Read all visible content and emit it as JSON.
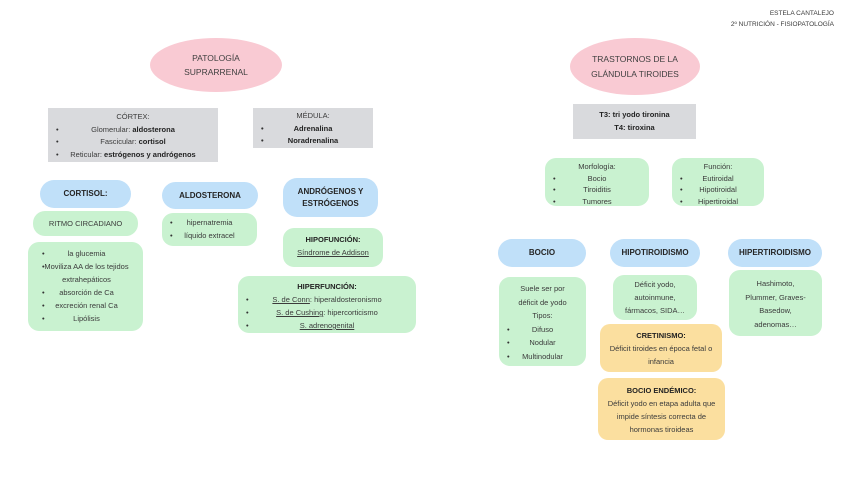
{
  "header": {
    "author": "ESTELA CANTALEJO",
    "course": "2º NUTRICIÓN - FISIOPATOLOGÍA"
  },
  "colors": {
    "pink": "#f9cad3",
    "gray": "#d9dadd",
    "blue": "#c0e0f9",
    "green": "#c9f2d0",
    "orange": "#fbdf9f"
  },
  "suprarrenal": {
    "title_line1": "PATOLOGÍA",
    "title_line2": "SUPRARRENAL",
    "cortex": {
      "title": "CÓRTEX:",
      "items": [
        {
          "pre": "Glomerular: ",
          "bold": "aldosterona"
        },
        {
          "pre": "Fascicular: ",
          "bold": "cortisol"
        },
        {
          "pre": "Reticular: ",
          "bold": "estrógenos y andrógenos"
        }
      ]
    },
    "medula": {
      "title": "MÉDULA:",
      "items": [
        "Adrenalina",
        "Noradrenalina"
      ]
    },
    "cortisol_label": "CORTISOL:",
    "ritmo_label": "RITMO CIRCADIANO",
    "cortisol_effects": [
      "la glucemia",
      "Moviliza AA de los tejidos extrahepáticos",
      "absorción de Ca",
      "excreción renal Ca",
      "Lipólisis"
    ],
    "aldosterona_label": "ALDOSTERONA",
    "aldosterona_effects": [
      "hipernatremia",
      "líquido extracel"
    ],
    "androgenos_label_line1": "ANDRÓGENOS Y",
    "androgenos_label_line2": "ESTRÓGENOS",
    "hipofuncion": {
      "title": "HIPOFUNCIÓN:",
      "syndrome": "Síndrome de Addison"
    },
    "hiperfuncion": {
      "title": "HIPERFUNCIÓN:",
      "items": [
        {
          "u": "S. de Conn",
          "rest": ": hiperaldosteronismo"
        },
        {
          "u": "S. de Cushing",
          "rest": ": hipercorticismo"
        },
        {
          "u": "S. adrenogenital",
          "rest": ""
        }
      ]
    }
  },
  "tiroides": {
    "title_line1": "TRASTORNOS DE LA",
    "title_line2": "GLÁNDULA TIROIDES",
    "hormones_line1": "T3: tri yodo tironina",
    "hormones_line2": "T4: tiroxina",
    "morfologia": {
      "title": "Morfología:",
      "items": [
        "Bocio",
        "Tiroiditis",
        "Tumores"
      ]
    },
    "funcion": {
      "title": "Función:",
      "items": [
        "Eutiroidal",
        "Hipotiroidal",
        "Hipertiroidal"
      ]
    },
    "bocio": {
      "label": "BOCIO",
      "intro_line1": "Suele ser por",
      "intro_line2": "déficit de yodo",
      "tipos_title": "Tipos:",
      "tipos": [
        "Difuso",
        "Nodular",
        "Multinodular"
      ]
    },
    "hipotiroidismo": {
      "label": "HIPOTIROIDISMO",
      "causes": "Déficit yodo, autoinmune, fármacos, SIDA…",
      "cretinismo_title": "CRETINISMO:",
      "cretinismo_text": "Déficit tiroides en época fetal o infancia",
      "bocio_endemico_title": "BOCIO ENDÉMICO:",
      "bocio_endemico_text": "Déficit yodo en etapa adulta que impide síntesis correcta de hormonas tiroideas"
    },
    "hipertiroidismo": {
      "label": "HIPERTIROIDISMO",
      "causes": "Hashimoto, Plummer, Graves-Basedow, adenomas…"
    }
  }
}
